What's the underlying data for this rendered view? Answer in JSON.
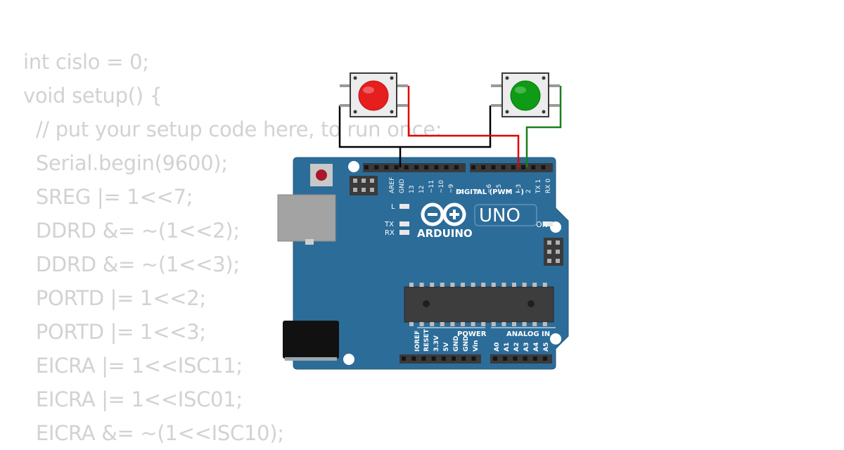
{
  "code_lines": [
    "int cislo = 0;",
    "void setup() {",
    "  // put your setup code here, to run once:",
    "  Serial.begin(9600);",
    "  SREG |= 1<<7;",
    "  DDRD &= ~(1<<2);",
    "  DDRD &= ~(1<<3);",
    "  PORTD |= 1<<2;",
    "  PORTD |= 1<<3;",
    "  EICRA |= 1<<ISC11;",
    "  EICRA |= 1<<ISC01;",
    "  EICRA &= ~(1<<ISC10);"
  ],
  "board": {
    "brand": "ARDUINO",
    "model": "UNO",
    "digital_header_label": "DIGITAL (PWM ~)",
    "power_label": "POWER",
    "analog_label": "ANALOG IN",
    "led_l": "L",
    "led_tx": "TX",
    "led_rx": "RX",
    "led_on": "ON",
    "top_pins": [
      "AREF",
      "GND",
      "13",
      "12",
      "~11",
      "~10",
      "~9",
      "8",
      "7",
      "~6",
      "~5",
      "4",
      "~3",
      "2",
      "TX 1",
      "RX 0"
    ],
    "bottom_power_pins": [
      "IOREF",
      "RESET",
      "3.3V",
      "5V",
      "GND",
      "GND",
      "Vin"
    ],
    "bottom_analog_pins": [
      "A0",
      "A1",
      "A2",
      "A3",
      "A4",
      "A5"
    ],
    "board_color": "#2c6c99"
  },
  "buttons": [
    {
      "color": "red",
      "cap_color": "#e61e1e"
    },
    {
      "color": "green",
      "cap_color": "#0f9b15"
    }
  ],
  "wires": [
    {
      "color": "#000000",
      "role": "gnd"
    },
    {
      "color": "#e00000",
      "role": "red-button-to-pin-3"
    },
    {
      "color": "#1a7f1a",
      "role": "green-button-to-pin-2"
    }
  ]
}
